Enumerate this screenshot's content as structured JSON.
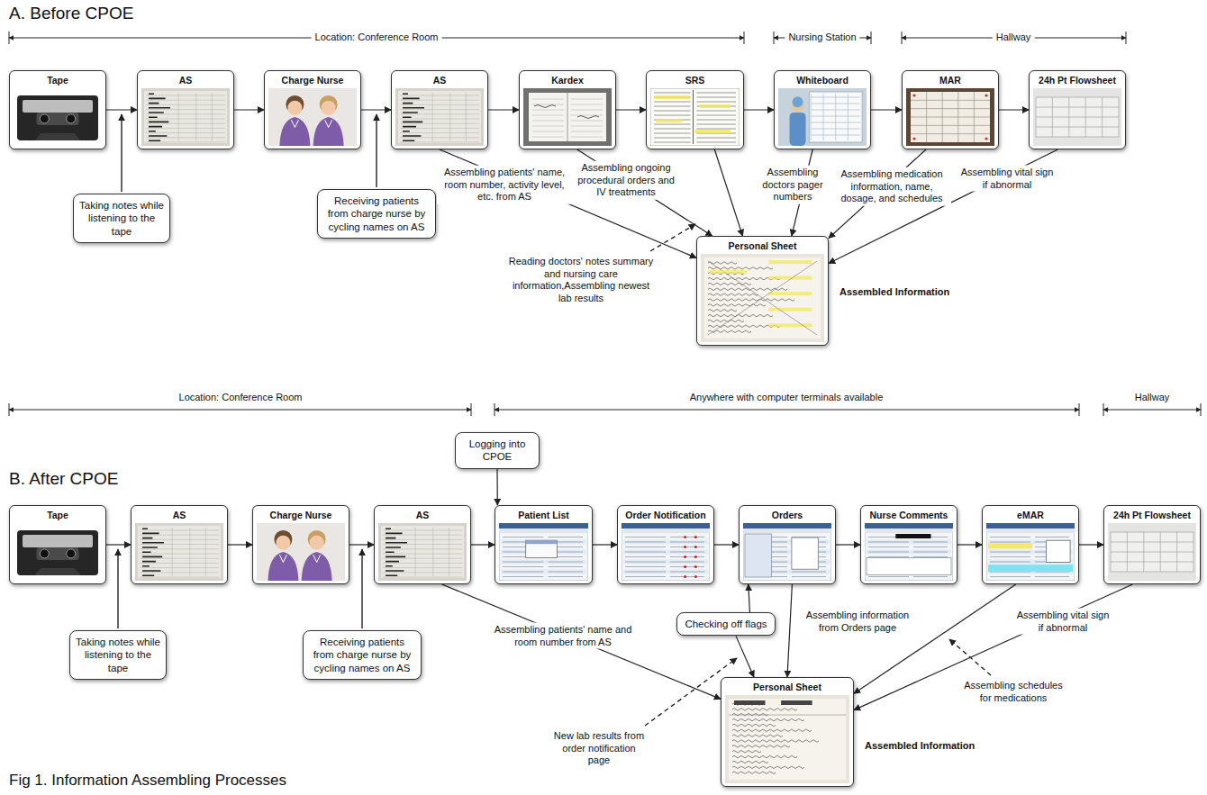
{
  "diagram": {
    "caption": "Fig 1. Information Assembling Processes",
    "nodes": [
      {
        "text": [
          "Tape"
        ]
      },
      {
        "text": [
          "AS"
        ]
      },
      {
        "text": [
          "Charge Nurse"
        ]
      },
      {
        "text": [
          "AS"
        ]
      },
      {
        "text": [
          "Kardex"
        ]
      },
      {
        "text": [
          "SRS"
        ]
      },
      {
        "text": [
          "Whiteboard"
        ]
      },
      {
        "text": [
          "MAR"
        ]
      },
      {
        "text": [
          "24h Pt Flowsheet"
        ]
      },
      {
        "text": [
          "Personal Sheet"
        ]
      },
      {
        "text": [
          "Taking notes while listening to the tape"
        ]
      },
      {
        "text": [
          "Receiving patients from charge nurse by cycling names on AS"
        ]
      },
      {
        "text": [
          "Tape"
        ]
      },
      {
        "text": [
          "AS"
        ]
      },
      {
        "text": [
          "Charge Nurse"
        ]
      },
      {
        "text": [
          "AS"
        ]
      },
      {
        "text": [
          "Patient List"
        ]
      },
      {
        "text": [
          "Order Notification"
        ]
      },
      {
        "text": [
          "Orders"
        ]
      },
      {
        "text": [
          "Nurse Comments"
        ]
      },
      {
        "text": [
          "eMAR"
        ]
      },
      {
        "text": [
          "24h Pt Flowsheet"
        ]
      },
      {
        "text": [
          "Personal Sheet"
        ]
      },
      {
        "text": [
          "Taking notes while listening to the tape"
        ]
      },
      {
        "text": [
          "Receiving patients from charge nurse by cycling names on AS"
        ]
      },
      {
        "text": [
          "Logging into CPOE"
        ]
      },
      {
        "text": [
          "Checking off flags"
        ]
      }
    ],
    "edges": [
      {
        "from": 0,
        "to": 1,
        "arrow": "to"
      },
      {
        "from": 1,
        "to": 2,
        "arrow": "to"
      },
      {
        "from": 2,
        "to": 3,
        "arrow": "to"
      },
      {
        "from": 3,
        "to": 4,
        "arrow": "to"
      },
      {
        "from": 4,
        "to": 5,
        "arrow": "to"
      },
      {
        "from": 5,
        "to": 6,
        "arrow": "to"
      },
      {
        "from": 6,
        "to": 7,
        "arrow": "to"
      },
      {
        "from": 7,
        "to": 8,
        "arrow": "to"
      },
      {
        "from": 3,
        "to": 9,
        "arrow": "to",
        "label": "Assembling patients' name, room number, activity level, etc. from AS"
      },
      {
        "from": 4,
        "to": 9,
        "arrow": "to",
        "label": "Assembling ongoing procedural orders and IV treatments"
      },
      {
        "from": 5,
        "to": 9,
        "arrow": "to"
      },
      {
        "from": 6,
        "to": 9,
        "arrow": "to",
        "label": "Assembling doctors pager numbers"
      },
      {
        "from": 7,
        "to": 9,
        "arrow": "to",
        "label": "Assembling medication information, name, dosage, and schedules"
      },
      {
        "from": 8,
        "to": 9,
        "arrow": "to",
        "label": "Assembling vital sign if abnormal"
      },
      {
        "from": 12,
        "to": 13,
        "arrow": "to"
      },
      {
        "from": 13,
        "to": 14,
        "arrow": "to"
      },
      {
        "from": 14,
        "to": 15,
        "arrow": "to"
      },
      {
        "from": 15,
        "to": 16,
        "arrow": "to"
      },
      {
        "from": 16,
        "to": 17,
        "arrow": "to"
      },
      {
        "from": 17,
        "to": 18,
        "arrow": "to"
      },
      {
        "from": 18,
        "to": 19,
        "arrow": "to"
      },
      {
        "from": 19,
        "to": 20,
        "arrow": "to"
      },
      {
        "from": 20,
        "to": 21,
        "arrow": "to"
      },
      {
        "from": 25,
        "to": 16,
        "arrow": "to"
      },
      {
        "from": 26,
        "to": 18,
        "arrow": "to"
      },
      {
        "from": 15,
        "to": 22,
        "arrow": "to",
        "label": "Assembling patients' name and room number from AS"
      },
      {
        "from": 18,
        "to": 22,
        "arrow": "to",
        "label": "Assembling information from Orders page"
      },
      {
        "from": 26,
        "to": 22,
        "arrow": "to"
      },
      {
        "from": 20,
        "to": 22,
        "arrow": "to"
      },
      {
        "from": 21,
        "to": 22,
        "arrow": "to",
        "label": "Assembling vital sign if abnormal"
      }
    ],
    "labels": [
      "A. Before CPOE",
      "Location: Conference Room",
      "Nursing Station",
      "Hallway",
      "Reading doctors' notes summary and nursing care information,Assembling newest lab results",
      "Assembled Information",
      "B. After CPOE",
      "Location: Conference Room",
      "Anywhere with computer terminals available",
      "Hallway",
      "New lab results from order notification page",
      "Assembling schedules for medications",
      "Assembled Information"
    ]
  }
}
